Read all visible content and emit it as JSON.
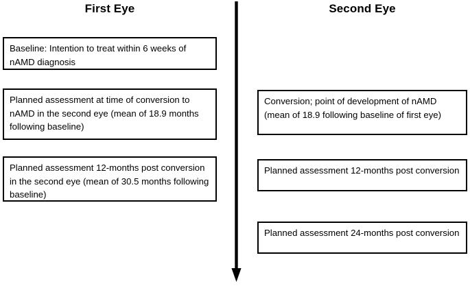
{
  "figure": {
    "type": "two-column-timeline-flowchart",
    "background_color": "#ffffff",
    "line_color": "#000000"
  },
  "columns": [
    {
      "id": "first-eye",
      "header": "First Eye",
      "boxes": [
        {
          "id": "baseline",
          "text": "Baseline: Intention to treat within 6 weeks of nAMD diagnosis"
        },
        {
          "id": "conversion",
          "text": "Planned assessment at time of conversion to nAMD in the second eye (mean of 18.9 months following baseline)"
        },
        {
          "id": "post12",
          "text": "Planned assessment 12-months post conversion in the second eye (mean of 30.5 months following baseline)"
        }
      ]
    },
    {
      "id": "second-eye",
      "header": "Second Eye",
      "boxes": [
        {
          "id": "conversion",
          "text": "Conversion; point of development of nAMD (mean of 18.9 following baseline of first eye)"
        },
        {
          "id": "post12",
          "text": "Planned assessment 12-months post conversion"
        },
        {
          "id": "post24",
          "text": "Planned assessment 24-months post conversion"
        }
      ]
    }
  ],
  "arrow": {
    "name": "downward-time-arrow",
    "direction": "down",
    "color": "#000000"
  }
}
